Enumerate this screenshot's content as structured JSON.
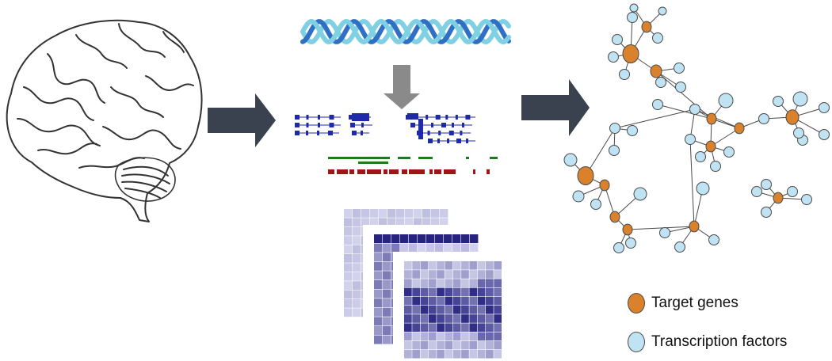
{
  "colors": {
    "background": "#ffffff",
    "arrow": "#3a4250",
    "down_arrow": "#8a8a8a",
    "dna_light": "#7fd0e2",
    "dna_dark": "#2f6fc4",
    "gene_track": "#1f2aa8",
    "green_track": "#1f7a1f",
    "red_track": "#a31414",
    "heatmap_dark": "#1d1a7a",
    "heatmap_light": "#dcdcf2",
    "target_gene": "#d9822b",
    "transcription_factor": "#bfe3f2",
    "node_edge": "#4a4a4a",
    "brain_line": "#333333"
  },
  "icons": {
    "brain": "brain-illustration-icon",
    "dna": "dna-double-helix-icon",
    "arrow": "right-arrow-icon",
    "down_arrow": "down-arrow-icon"
  },
  "legend": {
    "target_genes": {
      "label": "Target genes",
      "color": "#d9822b"
    },
    "transcription_factors": {
      "label": "Transcription factors",
      "color": "#bfe3f2"
    }
  },
  "network": {
    "nodes": [
      {
        "id": "t1",
        "type": "target"
      },
      {
        "id": "t2",
        "type": "target"
      },
      {
        "id": "t3",
        "type": "target"
      },
      {
        "id": "t4",
        "type": "target"
      },
      {
        "id": "t5",
        "type": "target"
      },
      {
        "id": "t6",
        "type": "target"
      },
      {
        "id": "t7",
        "type": "target"
      },
      {
        "id": "t8",
        "type": "target"
      },
      {
        "id": "t9",
        "type": "target"
      },
      {
        "id": "t10",
        "type": "target"
      },
      {
        "id": "t11",
        "type": "target"
      },
      {
        "id": "t12",
        "type": "target"
      },
      {
        "id": "t13",
        "type": "target"
      }
    ]
  }
}
